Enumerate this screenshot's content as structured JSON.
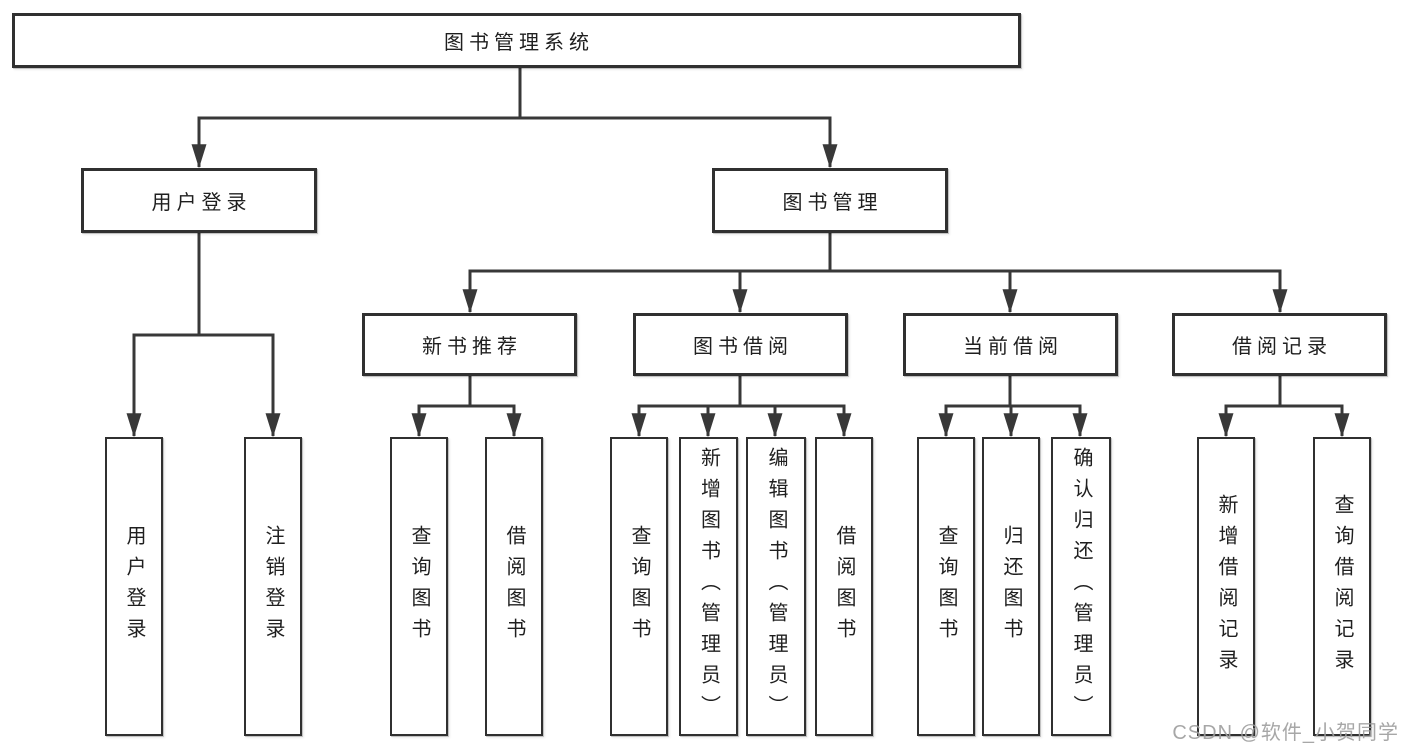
{
  "tree": {
    "root": {
      "label": "图书管理系统"
    },
    "branches": [
      {
        "label": "用户登录",
        "children": [
          {
            "label": "用户登录"
          },
          {
            "label": "注销登录"
          }
        ]
      },
      {
        "label": "图书管理",
        "groups": [
          {
            "label": "新书推荐",
            "children": [
              {
                "label": "查询图书"
              },
              {
                "label": "借阅图书"
              }
            ]
          },
          {
            "label": "图书借阅",
            "children": [
              {
                "label": "查询图书"
              },
              {
                "label": "新增图书（管理员）"
              },
              {
                "label": "编辑图书（管理员）"
              },
              {
                "label": "借阅图书"
              }
            ]
          },
          {
            "label": "当前借阅",
            "children": [
              {
                "label": "查询图书"
              },
              {
                "label": "归还图书"
              },
              {
                "label": "确认归还（管理员）"
              }
            ]
          },
          {
            "label": "借阅记录",
            "children": [
              {
                "label": "新增借阅记录"
              },
              {
                "label": "查询借阅记录"
              }
            ]
          }
        ]
      }
    ]
  },
  "watermark": {
    "text": "CSDN @软件_小贺同学"
  },
  "colors": {
    "line": "#383838",
    "border": "#303030",
    "text": "#1f1f1f",
    "watermark": "#9e9e9e",
    "background": "#ffffff"
  }
}
